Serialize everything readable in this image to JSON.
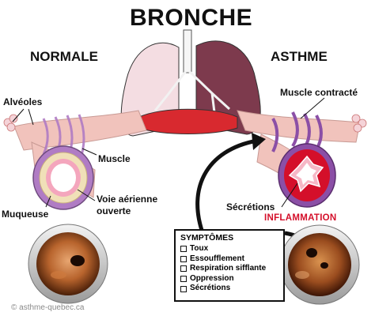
{
  "title": "BRONCHE",
  "normal_heading": "NORMALE",
  "asthma_heading": "ASTHME",
  "labels": {
    "alveoles": "Alvéoles",
    "muscle": "Muscle",
    "voie_line1": "Voie aérienne",
    "voie_line2": "ouverte",
    "muqueuse": "Muqueuse",
    "muscle_contracte": "Muscle contracté",
    "secretions": "Sécrétions",
    "inflammation": "INFLAMMATION"
  },
  "symptoms": {
    "title": "SYMPTÔMES",
    "items": [
      "Toux",
      "Essoufflement",
      "Respiration sifflante",
      "Oppression",
      "Sécrétions"
    ]
  },
  "credit": "© asthme-quebec.ca",
  "colors": {
    "lung_left": "#f4dde2",
    "lung_right": "#7d3a4d",
    "heart": "#d8292f",
    "bronchus": "#f1c3bc",
    "muscle": "#b07cc4",
    "inflammation": "#d40f2a"
  }
}
